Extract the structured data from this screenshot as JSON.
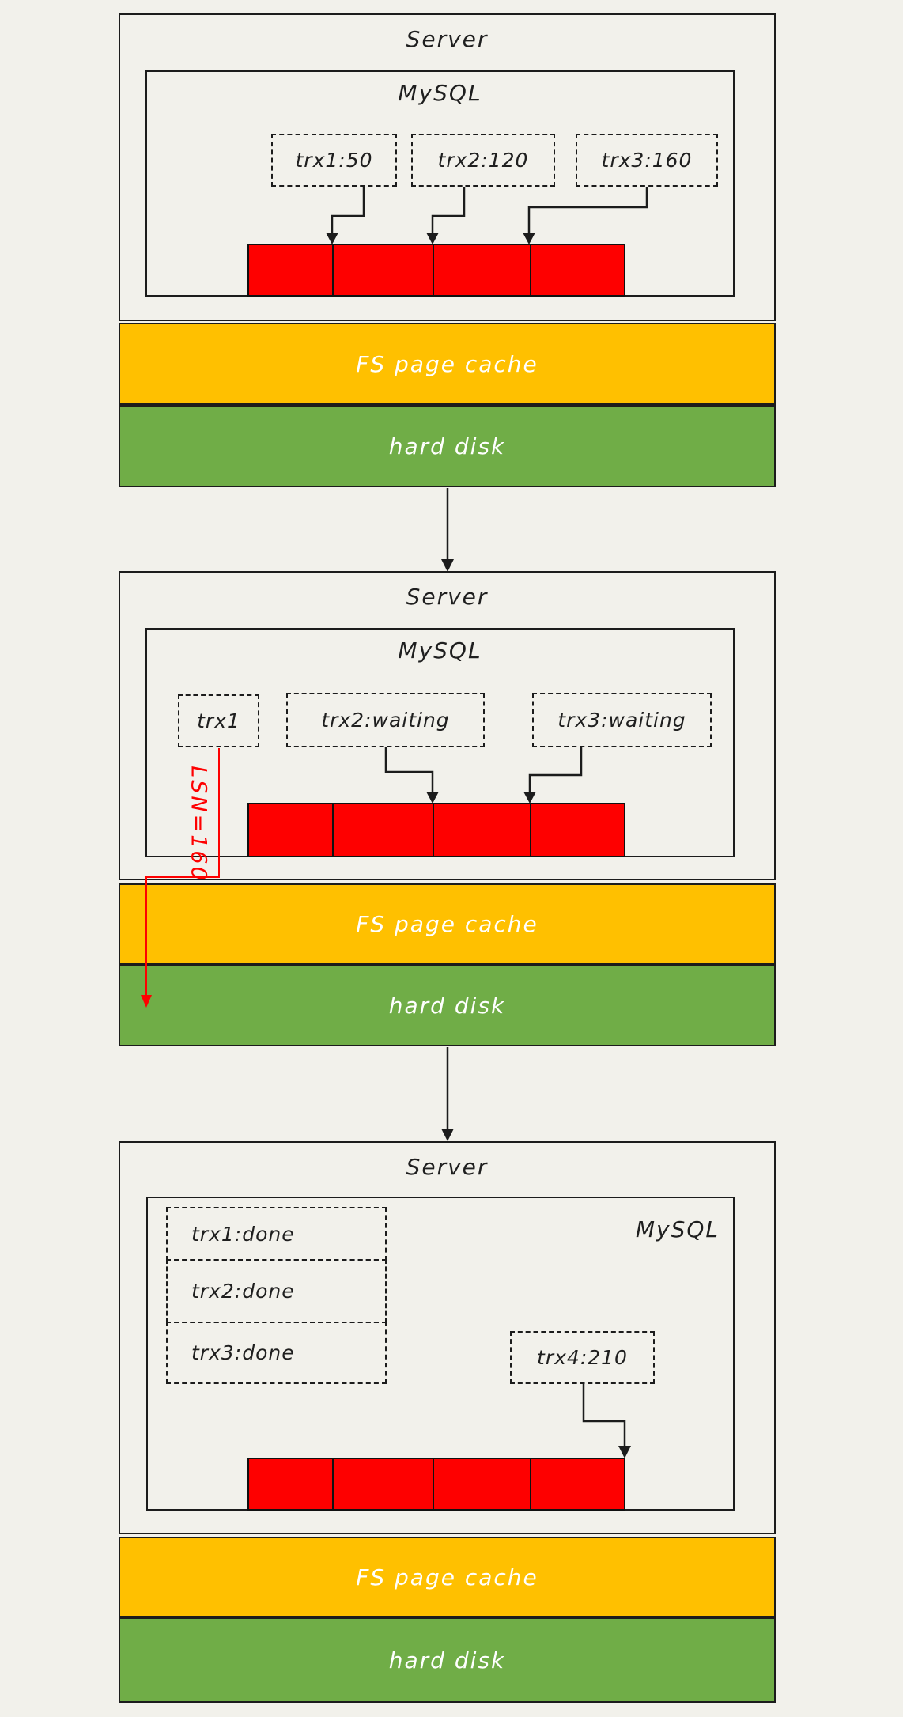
{
  "diagram_title": "MySQL redo log group commit flow",
  "colors": {
    "background": "#F2F1EB",
    "fs_page_cache_yellow": "#FFC000",
    "hard_disk_green": "#70AD47",
    "log_buffer_red": "#FE0000",
    "line_black": "#1c1c1c",
    "lsn_red": "#FE0000"
  },
  "panels": [
    {
      "server_label": "Server",
      "mysql_label": "MySQL",
      "transactions": [
        {
          "label": "trx1:50"
        },
        {
          "label": "trx2:120"
        },
        {
          "label": "trx3:160"
        }
      ],
      "cache_label": "FS page cache",
      "disk_label": "hard disk"
    },
    {
      "server_label": "Server",
      "mysql_label": "MySQL",
      "transactions": [
        {
          "label": "trx1"
        },
        {
          "label": "trx2:waiting"
        },
        {
          "label": "trx3:waiting"
        }
      ],
      "lsn_label": "LSN=160",
      "cache_label": "FS page cache",
      "disk_label": "hard disk"
    },
    {
      "server_label": "Server",
      "mysql_label": "MySQL",
      "transactions": [
        {
          "label": "trx1:done"
        },
        {
          "label": "trx2:done"
        },
        {
          "label": "trx3:done"
        },
        {
          "label": "trx4:210"
        }
      ],
      "cache_label": "FS page cache",
      "disk_label": "hard disk"
    }
  ]
}
